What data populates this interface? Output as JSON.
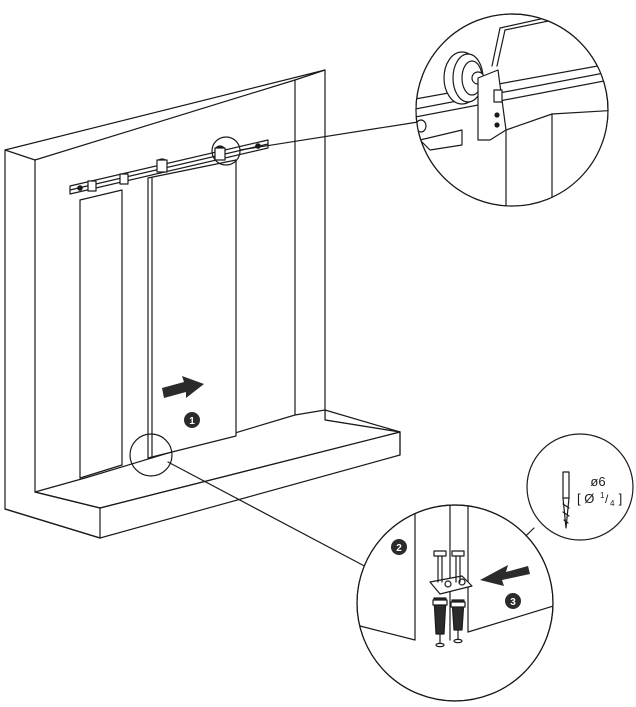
{
  "steps": {
    "step1": "1",
    "step2": "2",
    "step3": "3"
  },
  "drill_spec": {
    "metric": "ø6",
    "imperial_open": "[ Ø ",
    "imperial_num": "1",
    "imperial_slash": "/",
    "imperial_den": "4",
    "imperial_close": " ]"
  },
  "colors": {
    "line": "#1a1a1a",
    "marker_fill": "#2b2b2b",
    "marker_text": "#ffffff",
    "background": "#ffffff"
  }
}
